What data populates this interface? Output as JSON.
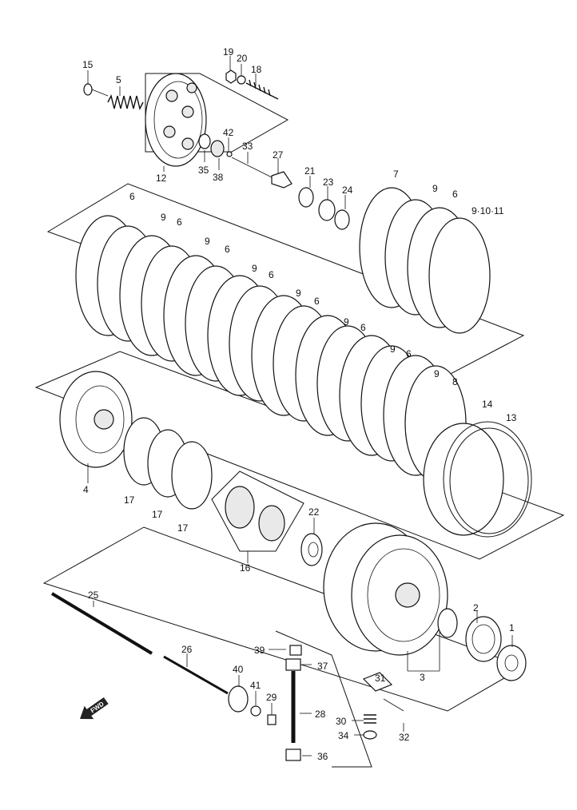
{
  "diagram": {
    "callouts": [
      "1",
      "2",
      "3",
      "4",
      "5",
      "6",
      "6",
      "6",
      "6",
      "6",
      "6",
      "6",
      "6",
      "6",
      "7",
      "8",
      "9",
      "9",
      "9",
      "9",
      "9",
      "9",
      "9",
      "9",
      "9",
      "9·10·11",
      "12",
      "13",
      "14",
      "15",
      "16",
      "17",
      "17",
      "17",
      "18",
      "19",
      "20",
      "21",
      "22",
      "23",
      "24",
      "25",
      "26",
      "27",
      "28",
      "29",
      "30",
      "31",
      "32",
      "33",
      "34",
      "35",
      "36",
      "37",
      "38",
      "39",
      "40",
      "41",
      "42"
    ],
    "fwd_label": "FWD"
  }
}
